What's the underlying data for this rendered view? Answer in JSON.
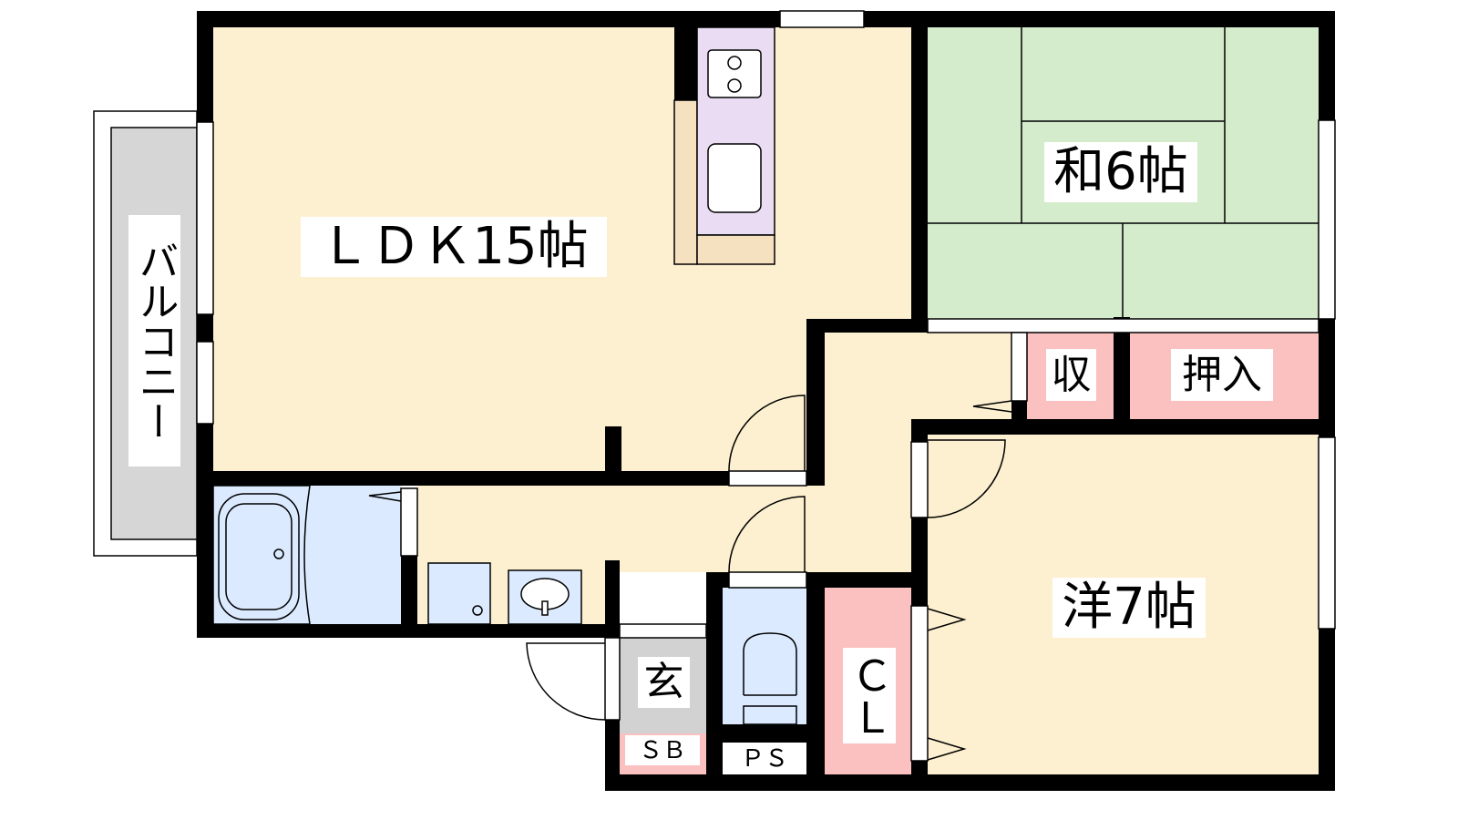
{
  "rooms": {
    "ldk": "ＬＤＫ15帖",
    "washitsu": "和6帖",
    "youshitsu": "洋7帖",
    "balcony": "バルコニー",
    "storage": "収",
    "oshiire": "押入",
    "genkan": "玄",
    "shoe_box": "ＳＢ",
    "pipe_space": "ＰＳ",
    "closet": "ＣＬ"
  },
  "colors": {
    "floor": "#fdf0d0",
    "tatami": "#d4ebcc",
    "wet": "#dbeafe",
    "storage": "#fbc0c0",
    "genkan": "#d2d2d2",
    "balcony": "#d6d6d6",
    "kitchen": "#eadcf3",
    "wall": "#000000"
  }
}
